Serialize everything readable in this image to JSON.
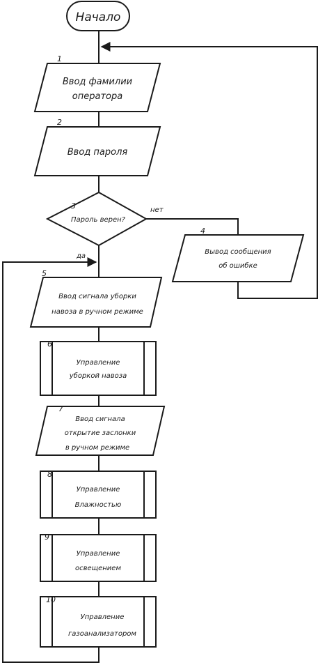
{
  "start": {
    "label": "Начало"
  },
  "blocks": [
    {
      "num": "1",
      "lines": [
        "Ввод фамилии",
        "оператора"
      ]
    },
    {
      "num": "2",
      "lines": [
        "Ввод пароля"
      ]
    },
    {
      "num": "3",
      "lines": [
        "Пароль верен?"
      ]
    },
    {
      "num": "4",
      "lines": [
        "Вывод сообщения",
        "об ошибке"
      ]
    },
    {
      "num": "5",
      "lines": [
        "Ввод сигнала уборки",
        "навоза в ручном режиме"
      ]
    },
    {
      "num": "6",
      "lines": [
        "Управление",
        "уборкой навоза"
      ]
    },
    {
      "num": "7",
      "lines": [
        "Ввод сигнала",
        "открытие заслонки",
        "в ручном режиме"
      ]
    },
    {
      "num": "8",
      "lines": [
        "Управление",
        "Влажностью"
      ]
    },
    {
      "num": "9",
      "lines": [
        "Управление",
        "освещением"
      ]
    },
    {
      "num": "10",
      "lines": [
        "Управление",
        "газоанализатором"
      ]
    }
  ],
  "branches": {
    "no": "нет",
    "yes": "да"
  }
}
